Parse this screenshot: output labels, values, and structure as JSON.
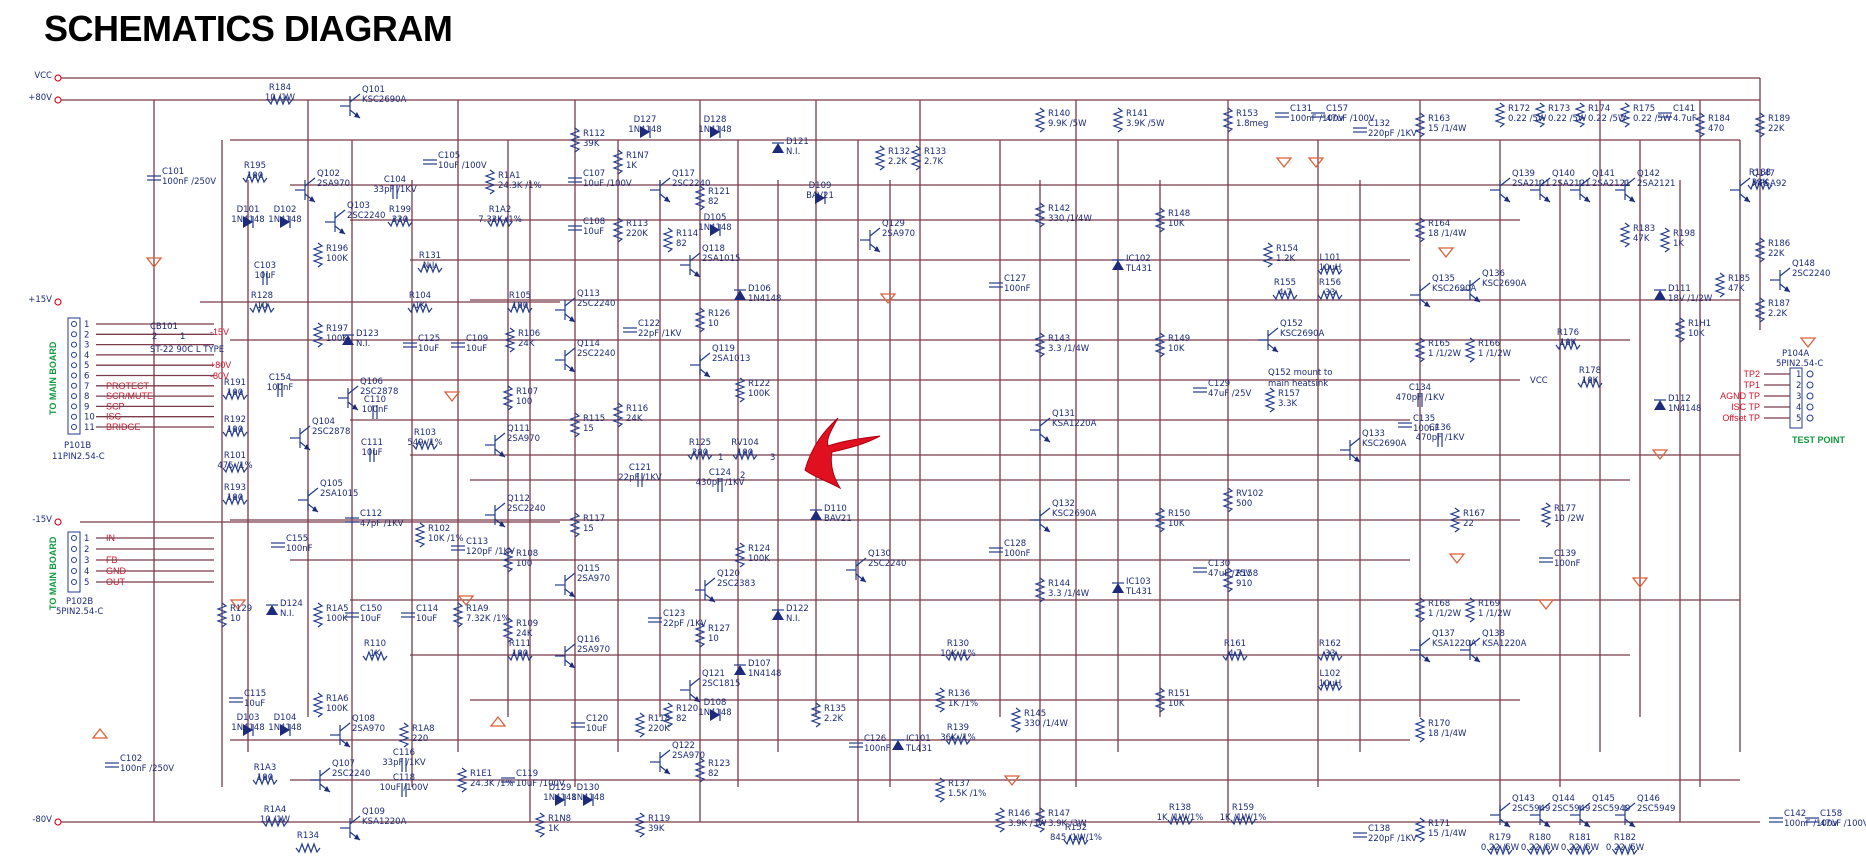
{
  "title": "SCHEMATICS DIAGRAM",
  "rails": [
    "VCC",
    "+80V",
    "+15V",
    "-15V",
    "-80V"
  ],
  "connectors": {
    "p101": {
      "side_label": "TO MAIN BOARD",
      "name": "P101B",
      "type": "11PIN2.54-C",
      "pins": [
        {
          "n": "1",
          "label": ""
        },
        {
          "n": "2",
          "label": ""
        },
        {
          "n": "3",
          "label": ""
        },
        {
          "n": "4",
          "label": ""
        },
        {
          "n": "5",
          "label": ""
        },
        {
          "n": "6",
          "label": ""
        },
        {
          "n": "7",
          "label": "PROTECT"
        },
        {
          "n": "8",
          "label": "SCR/MUTE"
        },
        {
          "n": "9",
          "label": "SCP"
        },
        {
          "n": "10",
          "label": "ISC"
        },
        {
          "n": "11",
          "label": "BRIDGE"
        }
      ],
      "cb": "CB101",
      "cb_type": "ST-22 90C L TYPE",
      "cb_pins": [
        "2",
        "1"
      ],
      "nets": [
        "-15V",
        "+80V",
        "-80V"
      ]
    },
    "p102": {
      "side_label": "TO MAIN BOARD",
      "name": "P102B",
      "type": "5PIN2.54-C",
      "pins": [
        {
          "n": "1",
          "label": "IN"
        },
        {
          "n": "2",
          "label": ""
        },
        {
          "n": "3",
          "label": "FB"
        },
        {
          "n": "4",
          "label": "GND"
        },
        {
          "n": "5",
          "label": "OUT"
        }
      ]
    },
    "p104": {
      "name": "P104A",
      "type": "5PIN2.54-C",
      "caption": "TEST POINT",
      "pins": [
        {
          "n": "1",
          "label": "TP2"
        },
        {
          "n": "2",
          "label": "TP1"
        },
        {
          "n": "3",
          "label": "AGND TP"
        },
        {
          "n": "4",
          "label": "ISC TP"
        },
        {
          "n": "5",
          "label": "Offset TP"
        }
      ],
      "vcc": "VCC"
    }
  },
  "notes": {
    "q152": "Q152 mount to main heatsink"
  },
  "rv104_pins": [
    "1",
    "3",
    "2"
  ],
  "components": [
    {
      "id": "R184",
      "l1": "R184",
      "l2": "10 /1W"
    },
    {
      "id": "Q101",
      "l1": "Q101",
      "l2": "KSC2690A"
    },
    {
      "id": "C101",
      "l1": "C101",
      "l2": "100nF /250V"
    },
    {
      "id": "R195",
      "l1": "R195",
      "l2": "100"
    },
    {
      "id": "Q102",
      "l1": "Q102",
      "l2": "2SA970"
    },
    {
      "id": "C104",
      "l1": "C104",
      "l2": "33pF /1KV"
    },
    {
      "id": "C105",
      "l1": "C105",
      "l2": "10uF /100V"
    },
    {
      "id": "Q103",
      "l1": "Q103",
      "l2": "2SC2240"
    },
    {
      "id": "R199",
      "l1": "R199",
      "l2": "220"
    },
    {
      "id": "D101",
      "l1": "D101",
      "l2": "1N4148"
    },
    {
      "id": "D102",
      "l1": "D102",
      "l2": "1N4148"
    },
    {
      "id": "R196",
      "l1": "R196",
      "l2": "100K"
    },
    {
      "id": "R1A1",
      "l1": "R1A1",
      "l2": "24.3K /1%"
    },
    {
      "id": "R1A2",
      "l1": "R1A2",
      "l2": "7.32K /1%"
    },
    {
      "id": "R131",
      "l1": "R131",
      "l2": "N.I."
    },
    {
      "id": "C103",
      "l1": "C103",
      "l2": "10uF"
    },
    {
      "id": "R128",
      "l1": "R128",
      "l2": "10"
    },
    {
      "id": "R104",
      "l1": "R104",
      "l2": "1K"
    },
    {
      "id": "R105",
      "l1": "R105",
      "l2": "100"
    },
    {
      "id": "R197",
      "l1": "R197",
      "l2": "100K"
    },
    {
      "id": "D123",
      "l1": "D123",
      "l2": "N.I."
    },
    {
      "id": "C125",
      "l1": "C125",
      "l2": "10uF"
    },
    {
      "id": "C109",
      "l1": "C109",
      "l2": "10uF"
    },
    {
      "id": "R106",
      "l1": "R106",
      "l2": "24K"
    },
    {
      "id": "C154",
      "l1": "C154",
      "l2": "100nF"
    },
    {
      "id": "R191",
      "l1": "R191",
      "l2": "100"
    },
    {
      "id": "Q106",
      "l1": "Q106",
      "l2": "2SC2878"
    },
    {
      "id": "C110",
      "l1": "C110",
      "l2": "100nF"
    },
    {
      "id": "R107",
      "l1": "R107",
      "l2": "100"
    },
    {
      "id": "R192",
      "l1": "R192",
      "l2": "100"
    },
    {
      "id": "Q104",
      "l1": "Q104",
      "l2": "2SC2878"
    },
    {
      "id": "R103",
      "l1": "R103",
      "l2": "549 /1%"
    },
    {
      "id": "Q111",
      "l1": "Q111",
      "l2": "2SA970"
    },
    {
      "id": "C111",
      "l1": "C111",
      "l2": "10uF"
    },
    {
      "id": "R101",
      "l1": "R101",
      "l2": "475 /1%"
    },
    {
      "id": "R193",
      "l1": "R193",
      "l2": "100"
    },
    {
      "id": "Q105",
      "l1": "Q105",
      "l2": "2SA1015"
    },
    {
      "id": "Q112",
      "l1": "Q112",
      "l2": "2SC2240"
    },
    {
      "id": "C155",
      "l1": "C155",
      "l2": "100nF"
    },
    {
      "id": "C112",
      "l1": "C112",
      "l2": "47pF /1KV"
    },
    {
      "id": "R102",
      "l1": "R102",
      "l2": "10K /1%"
    },
    {
      "id": "C113",
      "l1": "C113",
      "l2": "120pF /1KV"
    },
    {
      "id": "R108",
      "l1": "R108",
      "l2": "100"
    },
    {
      "id": "R129",
      "l1": "R129",
      "l2": "10"
    },
    {
      "id": "D124",
      "l1": "D124",
      "l2": "N.I."
    },
    {
      "id": "R1A5",
      "l1": "R1A5",
      "l2": "100K"
    },
    {
      "id": "C150",
      "l1": "C150",
      "l2": "10uF"
    },
    {
      "id": "C114",
      "l1": "C114",
      "l2": "10uF"
    },
    {
      "id": "R1A9",
      "l1": "R1A9",
      "l2": "7.32K /1%"
    },
    {
      "id": "R109",
      "l1": "R109",
      "l2": "24K"
    },
    {
      "id": "R110",
      "l1": "R110",
      "l2": "1K"
    },
    {
      "id": "R111",
      "l1": "R111",
      "l2": "100"
    },
    {
      "id": "C115",
      "l1": "C115",
      "l2": "10uF"
    },
    {
      "id": "R1A6",
      "l1": "R1A6",
      "l2": "100K"
    },
    {
      "id": "D103",
      "l1": "D103",
      "l2": "1N4148"
    },
    {
      "id": "D104",
      "l1": "D104",
      "l2": "1N4148"
    },
    {
      "id": "Q108",
      "l1": "Q108",
      "l2": "2SA970"
    },
    {
      "id": "R1A8",
      "l1": "R1A8",
      "l2": "220"
    },
    {
      "id": "C116",
      "l1": "C116",
      "l2": "33pF /1KV"
    },
    {
      "id": "C102",
      "l1": "C102",
      "l2": "100nF /250V"
    },
    {
      "id": "R1A3",
      "l1": "R1A3",
      "l2": "100"
    },
    {
      "id": "Q107",
      "l1": "Q107",
      "l2": "2SC2240"
    },
    {
      "id": "C118",
      "l1": "C118",
      "l2": "10uF /100V"
    },
    {
      "id": "R1E1",
      "l1": "R1E1",
      "l2": "24.3K /1%"
    },
    {
      "id": "C119",
      "l1": "C119",
      "l2": "10uF /100V"
    },
    {
      "id": "R1A4",
      "l1": "R1A4",
      "l2": "10 /1W"
    },
    {
      "id": "Q109",
      "l1": "Q109",
      "l2": "KSA1220A"
    },
    {
      "id": "R134",
      "l1": "R134",
      "l2": ""
    },
    {
      "id": "R112",
      "l1": "R112",
      "l2": "39K"
    },
    {
      "id": "D127",
      "l1": "D127",
      "l2": "1N4148"
    },
    {
      "id": "D128",
      "l1": "D128",
      "l2": "1N4148"
    },
    {
      "id": "R1N7",
      "l1": "R1N7",
      "l2": "1K"
    },
    {
      "id": "C107",
      "l1": "C107",
      "l2": "10uF /100V"
    },
    {
      "id": "Q117",
      "l1": "Q117",
      "l2": "2SC2240"
    },
    {
      "id": "R121",
      "l1": "R121",
      "l2": "82"
    },
    {
      "id": "C108",
      "l1": "C108",
      "l2": "10uF"
    },
    {
      "id": "R113",
      "l1": "R113",
      "l2": "220K"
    },
    {
      "id": "R114",
      "l1": "R114",
      "l2": "82"
    },
    {
      "id": "D105",
      "l1": "D105",
      "l2": "1N4148"
    },
    {
      "id": "Q118",
      "l1": "Q118",
      "l2": "2SA1015"
    },
    {
      "id": "Q113",
      "l1": "Q113",
      "l2": "2SC2240"
    },
    {
      "id": "D106",
      "l1": "D106",
      "l2": "1N4148"
    },
    {
      "id": "R126",
      "l1": "R126",
      "l2": "10"
    },
    {
      "id": "C122",
      "l1": "C122",
      "l2": "22pF /1KV"
    },
    {
      "id": "Q114",
      "l1": "Q114",
      "l2": "2SC2240"
    },
    {
      "id": "Q119",
      "l1": "Q119",
      "l2": "2SA1013"
    },
    {
      "id": "R122",
      "l1": "R122",
      "l2": "100K"
    },
    {
      "id": "R116",
      "l1": "R116",
      "l2": "24K"
    },
    {
      "id": "R115",
      "l1": "R115",
      "l2": "15"
    },
    {
      "id": "R125",
      "l1": "R125",
      "l2": "200"
    },
    {
      "id": "RV104",
      "l1": "RV104",
      "l2": "100"
    },
    {
      "id": "C121",
      "l1": "C121",
      "l2": "22pF /1KV"
    },
    {
      "id": "C124",
      "l1": "C124",
      "l2": "430pF /1KV"
    },
    {
      "id": "R117",
      "l1": "R117",
      "l2": "15"
    },
    {
      "id": "R124",
      "l1": "R124",
      "l2": "100K"
    },
    {
      "id": "Q115",
      "l1": "Q115",
      "l2": "2SA970"
    },
    {
      "id": "Q120",
      "l1": "Q120",
      "l2": "2SC2383"
    },
    {
      "id": "C123",
      "l1": "C123",
      "l2": "22pF /1KV"
    },
    {
      "id": "R127",
      "l1": "R127",
      "l2": "10"
    },
    {
      "id": "Q116",
      "l1": "Q116",
      "l2": "2SA970"
    },
    {
      "id": "D107",
      "l1": "D107",
      "l2": "1N4148"
    },
    {
      "id": "Q121",
      "l1": "Q121",
      "l2": "2SC1815"
    },
    {
      "id": "C120",
      "l1": "C120",
      "l2": "10uF"
    },
    {
      "id": "R118",
      "l1": "R118",
      "l2": "220K"
    },
    {
      "id": "R120",
      "l1": "R120",
      "l2": "82"
    },
    {
      "id": "D108",
      "l1": "D108",
      "l2": "1N4148"
    },
    {
      "id": "Q122",
      "l1": "Q122",
      "l2": "2SA970"
    },
    {
      "id": "R123",
      "l1": "R123",
      "l2": "82"
    },
    {
      "id": "D129",
      "l1": "D129",
      "l2": "1N4148"
    },
    {
      "id": "D130",
      "l1": "D130",
      "l2": "1N4148"
    },
    {
      "id": "R1N8",
      "l1": "R1N8",
      "l2": "1K"
    },
    {
      "id": "R119",
      "l1": "R119",
      "l2": "39K"
    },
    {
      "id": "D121",
      "l1": "D121",
      "l2": "N.I."
    },
    {
      "id": "D109",
      "l1": "D109",
      "l2": "BAV21"
    },
    {
      "id": "R132",
      "l1": "R132",
      "l2": "2.2K"
    },
    {
      "id": "R133",
      "l1": "R133",
      "l2": "2.7K"
    },
    {
      "id": "Q129",
      "l1": "Q129",
      "l2": "2SA970"
    },
    {
      "id": "D110",
      "l1": "D110",
      "l2": "BAV21"
    },
    {
      "id": "Q130",
      "l1": "Q130",
      "l2": "2SC2240"
    },
    {
      "id": "D122",
      "l1": "D122",
      "l2": "N.I."
    },
    {
      "id": "R135",
      "l1": "R135",
      "l2": "2.2K"
    },
    {
      "id": "C126",
      "l1": "C126",
      "l2": "100nF"
    },
    {
      "id": "R130",
      "l1": "R130",
      "l2": "10K /1%"
    },
    {
      "id": "R136",
      "l1": "R136",
      "l2": "1K /1%"
    },
    {
      "id": "R139",
      "l1": "R139",
      "l2": "36K /1%"
    },
    {
      "id": "IC101",
      "l1": "IC101",
      "l2": "TL431"
    },
    {
      "id": "R137",
      "l1": "R137",
      "l2": "1.5K /1%"
    },
    {
      "id": "R140",
      "l1": "R140",
      "l2": "9.9K /5W"
    },
    {
      "id": "R141",
      "l1": "R141",
      "l2": "3.9K /5W"
    },
    {
      "id": "R142",
      "l1": "R142",
      "l2": "330 /1/4W"
    },
    {
      "id": "C127",
      "l1": "C127",
      "l2": "100nF"
    },
    {
      "id": "IC102",
      "l1": "IC102",
      "l2": "TL431"
    },
    {
      "id": "R148",
      "l1": "R148",
      "l2": "10K"
    },
    {
      "id": "R143",
      "l1": "R143",
      "l2": "3.3 /1/4W"
    },
    {
      "id": "R149",
      "l1": "R149",
      "l2": "10K"
    },
    {
      "id": "Q131",
      "l1": "Q131",
      "l2": "KSA1220A"
    },
    {
      "id": "Q132",
      "l1": "Q132",
      "l2": "KSC2690A"
    },
    {
      "id": "C128",
      "l1": "C128",
      "l2": "100nF"
    },
    {
      "id": "R150",
      "l1": "R150",
      "l2": "10K"
    },
    {
      "id": "IC103",
      "l1": "IC103",
      "l2": "TL431"
    },
    {
      "id": "R144",
      "l1": "R144",
      "l2": "3.3 /1/4W"
    },
    {
      "id": "R151",
      "l1": "R151",
      "l2": "10K"
    },
    {
      "id": "R145",
      "l1": "R145",
      "l2": "330 /1/4W"
    },
    {
      "id": "R146",
      "l1": "R146",
      "l2": "3.9K /3W"
    },
    {
      "id": "R147",
      "l1": "R147",
      "l2": "3.9K /3W"
    },
    {
      "id": "R152",
      "l1": "R152",
      "l2": "845 /1W/1%"
    },
    {
      "id": "R138",
      "l1": "R138",
      "l2": "1K /1W/1%"
    },
    {
      "id": "R159",
      "l1": "R159",
      "l2": "1K /1W/1%"
    },
    {
      "id": "R153",
      "l1": "R153",
      "l2": "1.8meg"
    },
    {
      "id": "C131",
      "l1": "C131",
      "l2": "100nF /100V"
    },
    {
      "id": "C157",
      "l1": "C157",
      "l2": "47uF /100V"
    },
    {
      "id": "C132",
      "l1": "C132",
      "l2": "220pF /1KV"
    },
    {
      "id": "R154",
      "l1": "R154",
      "l2": "1.2K"
    },
    {
      "id": "L101",
      "l1": "L101",
      "l2": "10uH"
    },
    {
      "id": "R155",
      "l1": "R155",
      "l2": "4.7"
    },
    {
      "id": "R156",
      "l1": "R156",
      "l2": "33"
    },
    {
      "id": "Q152",
      "l1": "Q152",
      "l2": "KSC2690A"
    },
    {
      "id": "R157",
      "l1": "R157",
      "l2": "3.3K"
    },
    {
      "id": "C129",
      "l1": "C129",
      "l2": "47uF /25V"
    },
    {
      "id": "Q133",
      "l1": "Q133",
      "l2": "KSC2690A"
    },
    {
      "id": "RV102",
      "l1": "RV102",
      "l2": "500"
    },
    {
      "id": "C130",
      "l1": "C130",
      "l2": "47uF /25V"
    },
    {
      "id": "R158",
      "l1": "R158",
      "l2": "910"
    },
    {
      "id": "R161",
      "l1": "R161",
      "l2": "4.7"
    },
    {
      "id": "R162",
      "l1": "R162",
      "l2": "33"
    },
    {
      "id": "L102",
      "l1": "L102",
      "l2": "10uH"
    },
    {
      "id": "Q135",
      "l1": "Q135",
      "l2": "KSC2690A"
    },
    {
      "id": "R163",
      "l1": "R163",
      "l2": "15 /1/4W"
    },
    {
      "id": "R164",
      "l1": "R164",
      "l2": "18 /1/4W"
    },
    {
      "id": "Q136",
      "l1": "Q136",
      "l2": "KSC2690A"
    },
    {
      "id": "R165",
      "l1": "R165",
      "l2": "1 /1/2W"
    },
    {
      "id": "R166",
      "l1": "R166",
      "l2": "1 /1/2W"
    },
    {
      "id": "C134",
      "l1": "C134",
      "l2": "470pF /1KV"
    },
    {
      "id": "C135",
      "l1": "C135",
      "l2": "100nF"
    },
    {
      "id": "C136",
      "l1": "C136",
      "l2": "470pF /1KV"
    },
    {
      "id": "R167",
      "l1": "R167",
      "l2": "22"
    },
    {
      "id": "R168",
      "l1": "R168",
      "l2": "1 /1/2W"
    },
    {
      "id": "R169",
      "l1": "R169",
      "l2": "1 /1/2W"
    },
    {
      "id": "Q137",
      "l1": "Q137",
      "l2": "KSA1220A"
    },
    {
      "id": "Q138",
      "l1": "Q138",
      "l2": "KSA1220A"
    },
    {
      "id": "R170",
      "l1": "R170",
      "l2": "18 /1/4W"
    },
    {
      "id": "R171",
      "l1": "R171",
      "l2": "15 /1/4W"
    },
    {
      "id": "C138",
      "l1": "C138",
      "l2": "220pF /1KV"
    },
    {
      "id": "R172",
      "l1": "R172",
      "l2": "0.22 /5W"
    },
    {
      "id": "R173",
      "l1": "R173",
      "l2": "0.22 /5W"
    },
    {
      "id": "R174",
      "l1": "R174",
      "l2": "0.22 /5W"
    },
    {
      "id": "R175",
      "l1": "R175",
      "l2": "0.22 /5W"
    },
    {
      "id": "C141",
      "l1": "C141",
      "l2": "4.7uF"
    },
    {
      "id": "R184b",
      "l1": "R184",
      "l2": "470"
    },
    {
      "id": "R189",
      "l1": "R189",
      "l2": "22K"
    },
    {
      "id": "Q139",
      "l1": "Q139",
      "l2": "2SA2121"
    },
    {
      "id": "Q140",
      "l1": "Q140",
      "l2": "2SA2121"
    },
    {
      "id": "Q141",
      "l1": "Q141",
      "l2": "2SA2121"
    },
    {
      "id": "Q142",
      "l1": "Q142",
      "l2": "2SA2121"
    },
    {
      "id": "R183",
      "l1": "R183",
      "l2": "47K"
    },
    {
      "id": "R198",
      "l1": "R198",
      "l2": "1K"
    },
    {
      "id": "Q147",
      "l1": "Q147",
      "l2": "MPSA92"
    },
    {
      "id": "R188",
      "l1": "R188",
      "l2": "33K"
    },
    {
      "id": "R186",
      "l1": "R186",
      "l2": "22K"
    },
    {
      "id": "Q148",
      "l1": "Q148",
      "l2": "2SC2240"
    },
    {
      "id": "D111",
      "l1": "D111",
      "l2": "18V /1/2W"
    },
    {
      "id": "R185",
      "l1": "R185",
      "l2": "47K"
    },
    {
      "id": "R187",
      "l1": "R187",
      "l2": "2.2K"
    },
    {
      "id": "R176",
      "l1": "R176",
      "l2": "10K"
    },
    {
      "id": "R1H1",
      "l1": "R1H1",
      "l2": "10K"
    },
    {
      "id": "R178",
      "l1": "R178",
      "l2": "10K"
    },
    {
      "id": "D112",
      "l1": "D112",
      "l2": "1N4148"
    },
    {
      "id": "R177",
      "l1": "R177",
      "l2": "10 /2W"
    },
    {
      "id": "C139",
      "l1": "C139",
      "l2": "100nF"
    },
    {
      "id": "Q143",
      "l1": "Q143",
      "l2": "2SC5949"
    },
    {
      "id": "Q144",
      "l1": "Q144",
      "l2": "2SC5949"
    },
    {
      "id": "Q145",
      "l1": "Q145",
      "l2": "2SC5949"
    },
    {
      "id": "Q146",
      "l1": "Q146",
      "l2": "2SC5949"
    },
    {
      "id": "R179",
      "l1": "R179",
      "l2": "0.22 /5W"
    },
    {
      "id": "R180",
      "l1": "R180",
      "l2": "0.22 /5W"
    },
    {
      "id": "R181",
      "l1": "R181",
      "l2": "0.22 /5W"
    },
    {
      "id": "R182",
      "l1": "R182",
      "l2": "0.22 /5W"
    },
    {
      "id": "C142",
      "l1": "C142",
      "l2": "100nF /100V"
    },
    {
      "id": "C158",
      "l1": "C158",
      "l2": "47uF /100V"
    }
  ]
}
